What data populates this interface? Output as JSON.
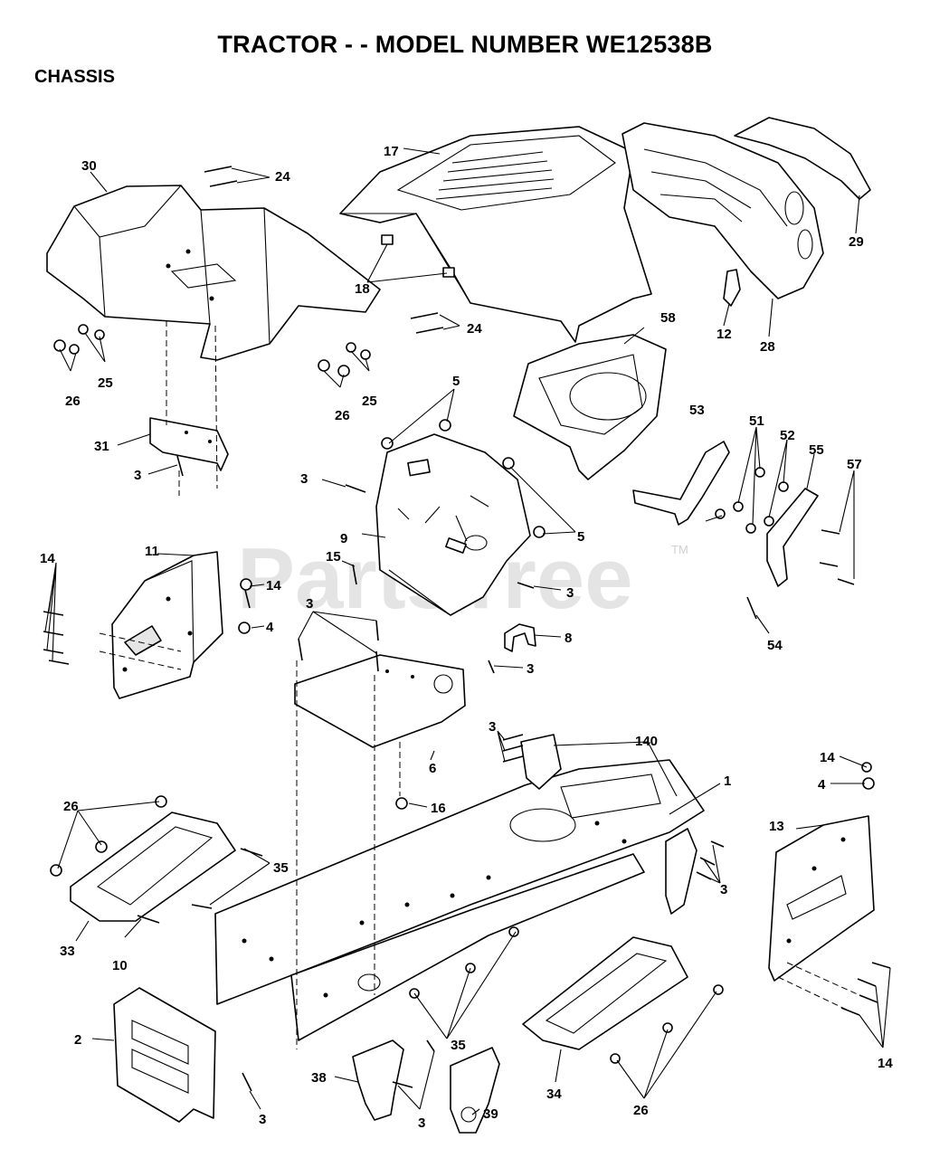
{
  "header": {
    "title": "TRACTOR - - MODEL NUMBER WE12538B",
    "section": "CHASSIS"
  },
  "watermark": {
    "text": "PartsTree",
    "trademark": "TM"
  },
  "callouts": {
    "c1": "1",
    "c2": "2",
    "c3": "3",
    "c4": "4",
    "c5": "5",
    "c6": "6",
    "c8": "8",
    "c9": "9",
    "c10": "10",
    "c11": "11",
    "c12": "12",
    "c13": "13",
    "c14": "14",
    "c15": "15",
    "c16": "16",
    "c17": "17",
    "c18": "18",
    "c24": "24",
    "c25": "25",
    "c26": "26",
    "c28": "28",
    "c29": "29",
    "c30": "30",
    "c31": "31",
    "c33": "33",
    "c34": "34",
    "c35": "35",
    "c38": "38",
    "c39": "39",
    "c51": "51",
    "c52": "52",
    "c53": "53",
    "c54": "54",
    "c55": "55",
    "c57": "57",
    "c58": "58",
    "c140": "140"
  }
}
